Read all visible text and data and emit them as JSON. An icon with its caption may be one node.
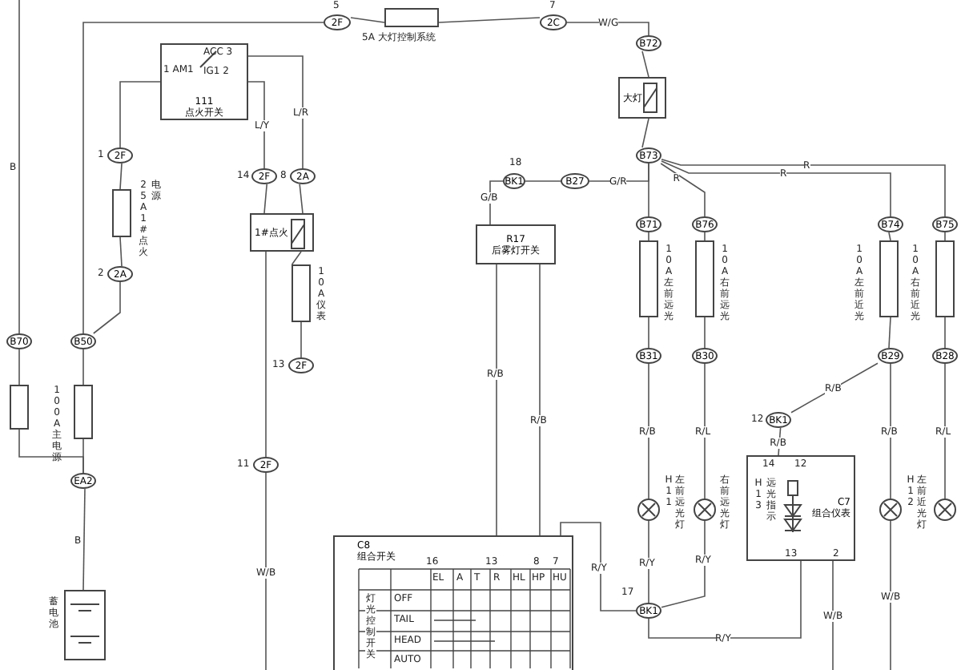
{
  "diagram": {
    "nodes": [
      {
        "text": [
          "2F"
        ],
        "beside": [
          "5"
        ]
      },
      {
        "text": [],
        "shape": "box",
        "beside": [
          "5A 大灯控制系统"
        ]
      },
      {
        "text": [
          "2C"
        ],
        "beside": [
          "7"
        ]
      },
      {
        "text": [
          "B72"
        ]
      },
      {
        "text": [
          "大灯"
        ]
      },
      {
        "text": [
          "B73"
        ]
      },
      {
        "text": [
          "B71"
        ]
      },
      {
        "text": [
          "B76"
        ]
      },
      {
        "text": [
          "B74"
        ]
      },
      {
        "text": [
          "B75"
        ]
      },
      {
        "text": [],
        "shape": "box",
        "beside": [
          "10A 左前远光"
        ]
      },
      {
        "text": [],
        "shape": "box",
        "beside": [
          "10A 右前远光"
        ]
      },
      {
        "text": [],
        "shape": "box",
        "beside": [
          "10A 左前近光"
        ]
      },
      {
        "text": [],
        "shape": "box",
        "beside": [
          "10A 右前近光"
        ]
      },
      {
        "text": [
          "B31"
        ]
      },
      {
        "text": [
          "B30"
        ]
      },
      {
        "text": [
          "B29"
        ]
      },
      {
        "text": [
          "B28"
        ]
      },
      {
        "text": [],
        "shape": "circle",
        "beside": [
          "H11",
          "左前远光灯"
        ]
      },
      {
        "text": [],
        "shape": "circle",
        "beside": [
          "右前远光灯"
        ]
      },
      {
        "text": [],
        "shape": "circle",
        "beside": [
          "H12",
          "左前近光灯"
        ]
      },
      {
        "text": [],
        "shape": "circle"
      },
      {
        "text": [
          "BK1"
        ],
        "beside": [
          "12"
        ]
      },
      {
        "text": [
          "C7",
          "组合仪表"
        ]
      },
      {
        "text": [],
        "shape": "picture",
        "in": 23,
        "beside": [
          "H13",
          "远光指示"
        ]
      },
      {
        "text": [
          "BK1"
        ],
        "beside": [
          "17"
        ]
      },
      {
        "text": [
          "111",
          "点火开关"
        ]
      },
      {
        "text": [
          "2F"
        ],
        "beside": [
          "1"
        ]
      },
      {
        "text": [],
        "shape": "box",
        "beside": [
          "25A 1#点火",
          "电源"
        ]
      },
      {
        "text": [
          "2A"
        ],
        "beside": [
          "2"
        ]
      },
      {
        "text": [
          "2F"
        ],
        "beside": [
          "14"
        ]
      },
      {
        "text": [
          "2A"
        ],
        "beside": [
          "8"
        ]
      },
      {
        "text": [
          "1#点火"
        ]
      },
      {
        "text": [],
        "shape": "box",
        "beside": [
          "10A 仪表"
        ]
      },
      {
        "text": [
          "2F"
        ],
        "beside": [
          "13"
        ]
      },
      {
        "text": [
          "2F"
        ],
        "beside": [
          "11"
        ]
      },
      {
        "text": [
          "B70"
        ]
      },
      {
        "text": [
          "B50"
        ]
      },
      {
        "text": [],
        "shape": "box"
      },
      {
        "text": [],
        "shape": "box",
        "beside": [
          "100A 主电源"
        ]
      },
      {
        "text": [
          "EA2"
        ]
      },
      {
        "text": [],
        "shape": "battery",
        "beside": [
          "蓄电池"
        ]
      },
      {
        "text": [
          "BK1"
        ],
        "beside": [
          "18"
        ]
      },
      {
        "text": [
          "B27"
        ]
      },
      {
        "text": [
          "R17",
          "后雾灯开关"
        ]
      },
      {
        "text": [
          "C8",
          "组合开关"
        ]
      }
    ],
    "edges": [
      {
        "from": 0,
        "to": 1,
        "arrow": "none"
      },
      {
        "from": 1,
        "to": 2,
        "arrow": "none"
      },
      {
        "from": 2,
        "to": 3,
        "arrow": "none",
        "label": "W/G"
      },
      {
        "from": 3,
        "to": 4,
        "arrow": "none"
      },
      {
        "from": 4,
        "to": 5,
        "arrow": "none"
      },
      {
        "from": 5,
        "to": 43,
        "arrow": "none",
        "label": "G/R"
      },
      {
        "from": 43,
        "to": 42,
        "arrow": "none"
      },
      {
        "from": 42,
        "to": 44,
        "arrow": "none",
        "label": "G/B"
      },
      {
        "from": 5,
        "to": 6,
        "arrow": "none"
      },
      {
        "from": 5,
        "to": 7,
        "arrow": "none",
        "label": "R"
      },
      {
        "from": 5,
        "to": 8,
        "arrow": "none",
        "label": "R"
      },
      {
        "from": 5,
        "to": 9,
        "arrow": "none",
        "label": "R"
      },
      {
        "from": 6,
        "to": 10,
        "arrow": "none"
      },
      {
        "from": 7,
        "to": 11,
        "arrow": "none"
      },
      {
        "from": 8,
        "to": 12,
        "arrow": "none"
      },
      {
        "from": 9,
        "to": 13,
        "arrow": "none"
      },
      {
        "from": 10,
        "to": 14,
        "arrow": "none"
      },
      {
        "from": 11,
        "to": 15,
        "arrow": "none"
      },
      {
        "from": 12,
        "to": 16,
        "arrow": "none"
      },
      {
        "from": 13,
        "to": 17,
        "arrow": "none"
      },
      {
        "from": 14,
        "to": 18,
        "arrow": "none",
        "label": "R/B"
      },
      {
        "from": 15,
        "to": 19,
        "arrow": "none",
        "label": "R/L"
      },
      {
        "from": 16,
        "to": 20,
        "arrow": "none",
        "label": "R/B"
      },
      {
        "from": 17,
        "to": 21,
        "arrow": "none",
        "label": "R/L"
      },
      {
        "from": 16,
        "to": 22,
        "arrow": "none",
        "label": "R/B"
      },
      {
        "from": 22,
        "to": 23,
        "arrow": "none",
        "label": "R/B"
      },
      {
        "from": 18,
        "to": 25,
        "arrow": "none",
        "label": "R/Y"
      },
      {
        "from": 19,
        "to": 25,
        "arrow": "none",
        "label": "R/Y"
      },
      {
        "from": 23,
        "to": 25,
        "arrow": "none",
        "label": "R/Y"
      },
      {
        "from": 26,
        "to": 27,
        "arrow": "none"
      },
      {
        "from": 27,
        "to": 28,
        "arrow": "none"
      },
      {
        "from": 28,
        "to": 29,
        "arrow": "none"
      },
      {
        "from": 26,
        "to": 30,
        "arrow": "none",
        "label": "L/Y"
      },
      {
        "from": 0,
        "to": 37,
        "arrow": "none"
      },
      {
        "from": 26,
        "to": 31,
        "arrow": "none",
        "label": "L/R"
      },
      {
        "from": 30,
        "to": 32,
        "arrow": "none"
      },
      {
        "from": 31,
        "to": 32,
        "arrow": "none"
      },
      {
        "from": 32,
        "to": 33,
        "arrow": "none"
      },
      {
        "from": 33,
        "to": 34,
        "arrow": "none"
      },
      {
        "from": 32,
        "to": 35,
        "arrow": "none"
      },
      {
        "from": 35,
        "to": null,
        "arrow": "none",
        "label": "W/B"
      },
      {
        "from": 29,
        "to": 37,
        "arrow": "none"
      },
      {
        "from": 36,
        "to": 38,
        "arrow": "none"
      },
      {
        "from": 37,
        "to": 39,
        "arrow": "none"
      },
      {
        "from": 38,
        "to": 40,
        "arrow": "none"
      },
      {
        "from": 39,
        "to": 40,
        "arrow": "none"
      },
      {
        "from": 40,
        "to": 41,
        "arrow": "none",
        "label": "B"
      },
      {
        "from": 44,
        "to": 45,
        "arrow": "none",
        "label": "R/B"
      },
      {
        "from": 44,
        "to": 45,
        "arrow": "none",
        "label": "R/B"
      },
      {
        "from": 45,
        "to": 25,
        "arrow": "none",
        "label": "R/Y"
      },
      {
        "from": 23,
        "to": null,
        "arrow": "none",
        "label": "W/B"
      },
      {
        "from": 20,
        "to": null,
        "arrow": "none",
        "label": "W/B"
      },
      {
        "from": null,
        "to": 36,
        "arrow": "none",
        "label": "B"
      }
    ],
    "labels": [
      "ACC 3",
      "1 AM1",
      "IG1 2",
      "14",
      "12",
      "13",
      "2",
      "16",
      "13",
      "8",
      "7",
      "EL",
      "A",
      "T",
      "R",
      "HL",
      "HP",
      "HU",
      "灯光控制开关",
      "OFF",
      "TAIL",
      "HEAD",
      "AUTO"
    ]
  }
}
